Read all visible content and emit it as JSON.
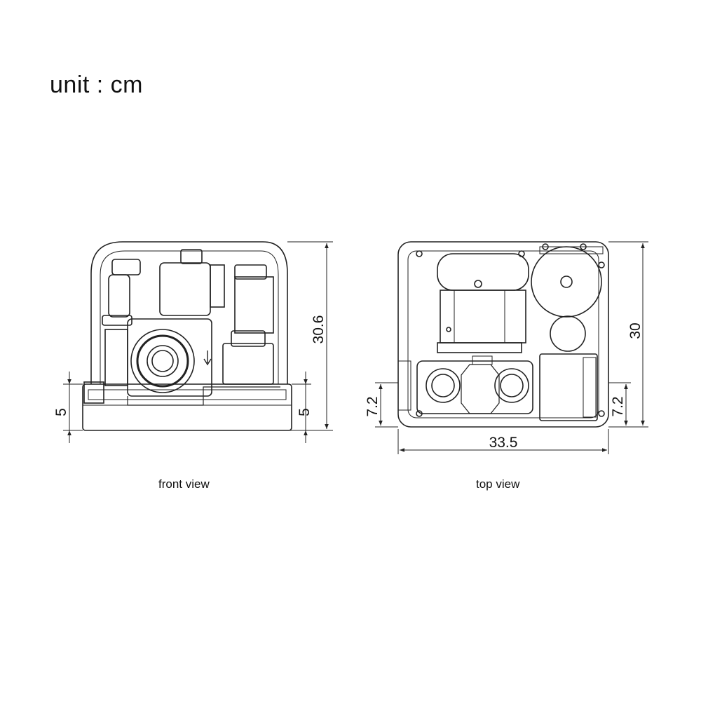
{
  "unit_label": "unit : cm",
  "front_view": {
    "caption": "front view",
    "dim_height": "30.6",
    "dim_base_left": "5",
    "dim_base_right": "5"
  },
  "top_view": {
    "caption": "top view",
    "dim_depth": "30",
    "dim_width": "33.5",
    "dim_offset_left": "7.2",
    "dim_offset_right": "7.2"
  },
  "colors": {
    "line": "#222222",
    "background": "#ffffff"
  }
}
